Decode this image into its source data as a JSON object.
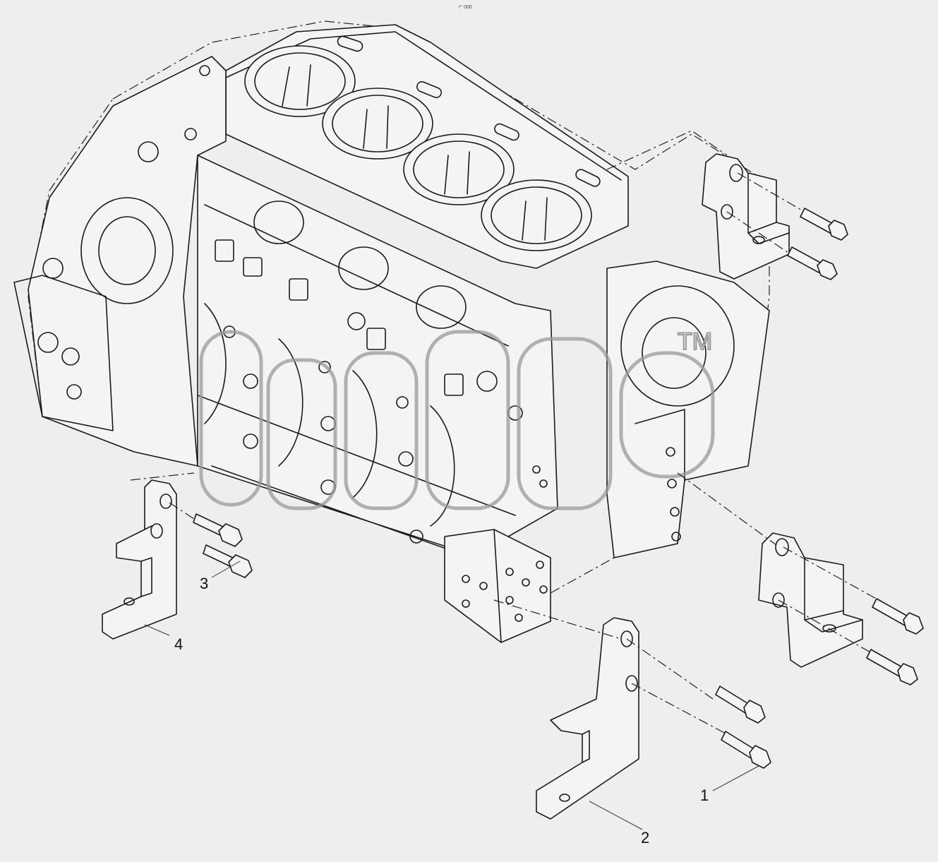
{
  "diagram": {
    "header_mark": "r° 000",
    "watermark_tm": "TM",
    "callouts": [
      {
        "id": "1",
        "label": "1"
      },
      {
        "id": "2",
        "label": "2"
      },
      {
        "id": "3",
        "label": "3"
      },
      {
        "id": "4",
        "label": "4"
      }
    ],
    "colors": {
      "background": "#eeeeee",
      "line": "#1a1a1a",
      "watermark": "#9a9a9a"
    }
  }
}
